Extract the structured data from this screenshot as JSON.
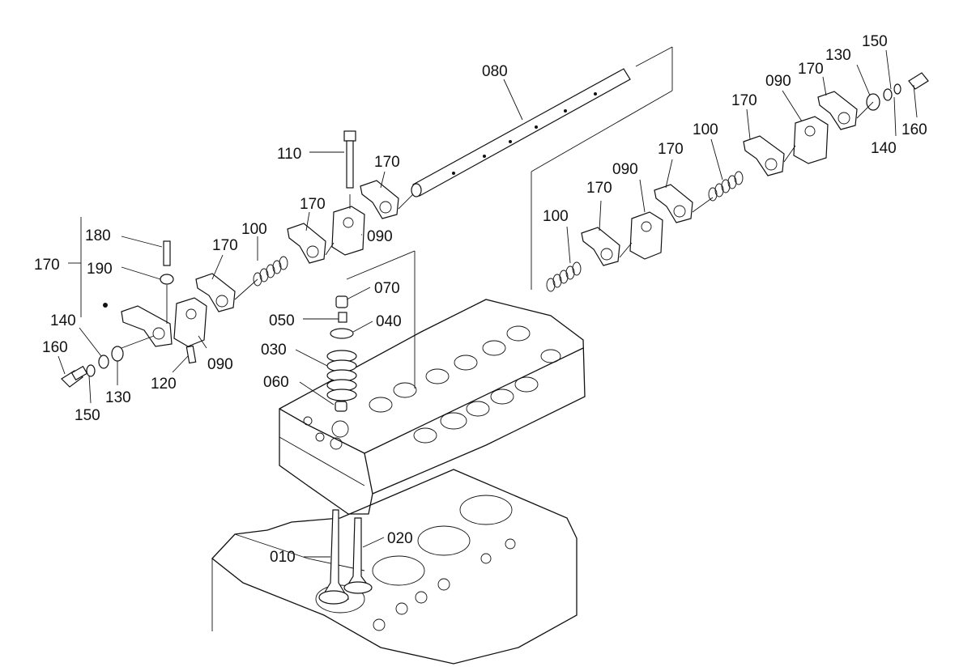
{
  "diagram": {
    "labels": [
      {
        "id": "p080",
        "text": "080"
      },
      {
        "id": "p110",
        "text": "110"
      },
      {
        "id": "p170a",
        "text": "170"
      },
      {
        "id": "p170b",
        "text": "170"
      },
      {
        "id": "p090a",
        "text": "090"
      },
      {
        "id": "p100a",
        "text": "100"
      },
      {
        "id": "p170c",
        "text": "170"
      },
      {
        "id": "p180",
        "text": "180"
      },
      {
        "id": "p170d",
        "text": "170"
      },
      {
        "id": "p190",
        "text": "190"
      },
      {
        "id": "p140a",
        "text": "140"
      },
      {
        "id": "p160a",
        "text": "160"
      },
      {
        "id": "p150a",
        "text": "150"
      },
      {
        "id": "p130a",
        "text": "130"
      },
      {
        "id": "p120",
        "text": "120"
      },
      {
        "id": "p090b",
        "text": "090"
      },
      {
        "id": "p070",
        "text": "070"
      },
      {
        "id": "p050",
        "text": "050"
      },
      {
        "id": "p040",
        "text": "040"
      },
      {
        "id": "p030",
        "text": "030"
      },
      {
        "id": "p060",
        "text": "060"
      },
      {
        "id": "p010",
        "text": "010"
      },
      {
        "id": "p020",
        "text": "020"
      },
      {
        "id": "p100b",
        "text": "100"
      },
      {
        "id": "p170e",
        "text": "170"
      },
      {
        "id": "p090c",
        "text": "090"
      },
      {
        "id": "p170f",
        "text": "170"
      },
      {
        "id": "p100c",
        "text": "100"
      },
      {
        "id": "p170g",
        "text": "170"
      },
      {
        "id": "p090d",
        "text": "090"
      },
      {
        "id": "p170h",
        "text": "170"
      },
      {
        "id": "p130b",
        "text": "130"
      },
      {
        "id": "p150b",
        "text": "150"
      },
      {
        "id": "p140b",
        "text": "140"
      },
      {
        "id": "p160b",
        "text": "160"
      }
    ]
  }
}
